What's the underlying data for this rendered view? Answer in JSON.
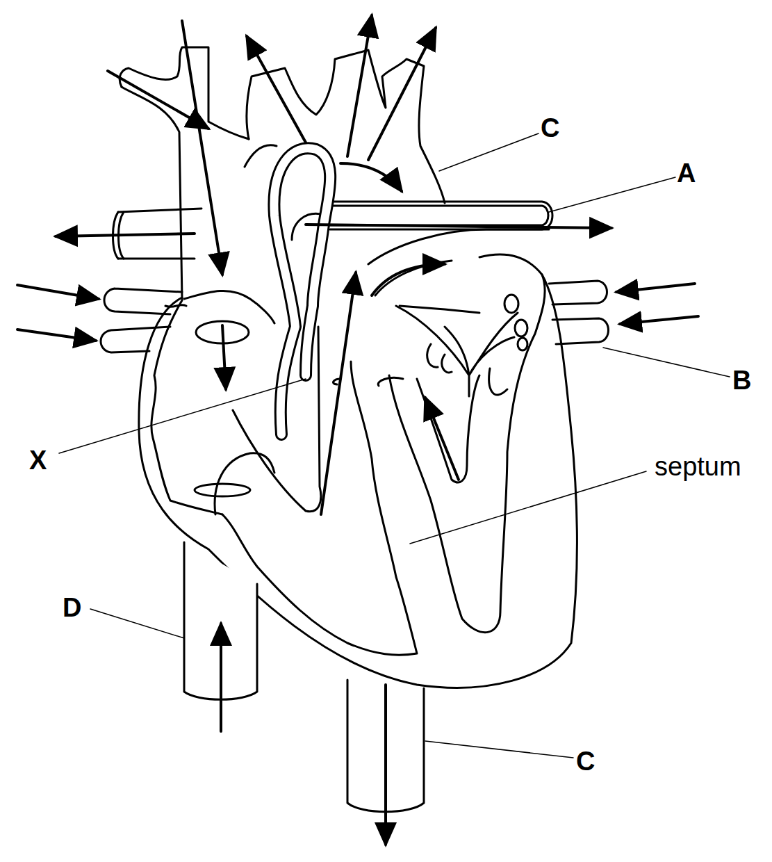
{
  "diagram": {
    "labels": [
      "C",
      "A",
      "B",
      "X",
      "septum",
      "D",
      "C"
    ]
  }
}
